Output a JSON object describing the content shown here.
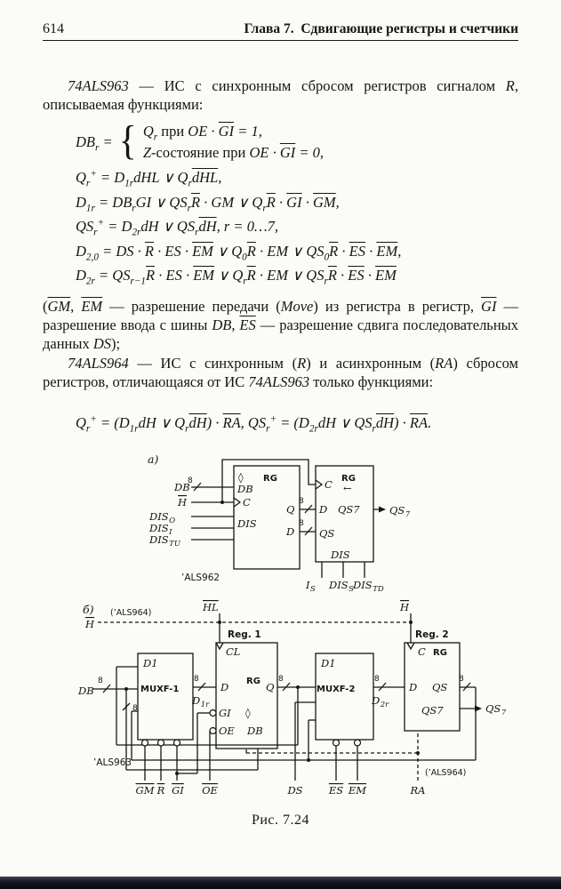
{
  "page": {
    "number": "614",
    "chapter_header": "Глава 7. Сдвигающие регистры и счетчики",
    "caption": "Рис. 7.24"
  },
  "text": {
    "p1": "${74ALS963} — ИС с синхронным сбросом регистров сигналом ${R}, описываемая функциями:",
    "p2": "(#{GM}, #{EM} — разрешение передачи (${Move}) из регистра в регистр, #{GI} — разрешение ввода с шины ${DB}, #{ES} — разрешение сдвига последовательных данных ${DS});",
    "p3": "${74ALS964} — ИС с синхронным (${R}) и асинхронным (${RA}) сбросом регистров, отличающаяся от ИС ${74ALS963} только функ­циями:"
  },
  "formulas": {
    "brace": "{",
    "cases_lhs": "DB_{r} =",
    "case1": "Q_{r} &{при} OE · #{GI} = 1,",
    "case2": "Z&{-состояние при} OE · #{GI} = 0,",
    "f2": "Q_{r}^{+} = D_{1r}dHL ∨ Q_{r}#{dHL},",
    "f3": "D_{1r} = DB_{r}GI ∨ QS_{r}#{R} · GM ∨ Q_{r}#{R} · #{GI} · #{GM},",
    "f4": "QS_{r}^{+} = D_{2r}dH ∨ QS_{r}#{dH},   r = 0…7,",
    "f5": "D_{2,0} = DS · #{R} · ES · #{EM} ∨ Q_{0}#{R} · EM ∨ QS_{0}#{R} · #{ES} · #{EM},",
    "f6": "D_{2r} = QS_{r−1}#{R} · ES · #{EM} ∨ Q_{r}#{R} · EM ∨ QS_{r}#{R} · #{ES} · #{EM}",
    "f7": "Q_{r}^{+} = (D_{1r}dH ∨ Q_{r}#{dH}) · #{RA},   QS_{r}^{+} = (D_{2r}dH ∨ QS_{r}#{dH}) · #{RA}."
  },
  "diagram_a": {
    "label": "а)",
    "bus8": "8",
    "in_db": "DB",
    "in_h": "H",
    "dis_base": "DIS",
    "dis_o_sub": "O",
    "dis_i_sub": "I",
    "dis_tu_sub": "TU",
    "blk1": {
      "mode": "◊",
      "rg": "RG",
      "db": "DB",
      "c": "C",
      "dis": "DIS",
      "q": "Q",
      "d": "D"
    },
    "blk2": {
      "c": "C",
      "rg": "RG",
      "arrow": "←",
      "d": "D",
      "qs7": "QS7",
      "qs": "QS",
      "dis": "DIS"
    },
    "out_base": "QS",
    "out_sub": "7",
    "chip": "’ALS962",
    "pin_i_base": "I",
    "pin_i_sub": "S",
    "pin_diss_sub": "S",
    "pin_distd_sub": "TD"
  },
  "diagram_b": {
    "label": "б)",
    "als964": "(’ALS964)",
    "h": "H",
    "hl": "HL",
    "db": "DB",
    "bus8": "8",
    "mux1": {
      "d1": "D1",
      "name": "MUXF-1"
    },
    "mux2": {
      "d1": "D1",
      "name": "MUXF-2"
    },
    "reg1": {
      "title": "Reg. 1",
      "cl": "CL",
      "d": "D",
      "rg": "RG",
      "q": "Q",
      "gi": "GI",
      "mode": "◊",
      "oe": "OE",
      "db": "DB"
    },
    "reg2": {
      "title": "Reg. 2",
      "c": "C",
      "rg": "RG",
      "d": "D",
      "qs": "QS",
      "qs7": "QS7"
    },
    "d_base": "D",
    "d1r_sub": "1r",
    "d2r_sub": "2r",
    "out_base": "QS",
    "out_sub": "7",
    "chip": "’ALS963",
    "ctrl": {
      "gm": "GM",
      "r": "R",
      "gi": "GI",
      "oe": "OE",
      "ds": "DS",
      "es": "ES",
      "em": "EM",
      "ra": "RA"
    }
  }
}
